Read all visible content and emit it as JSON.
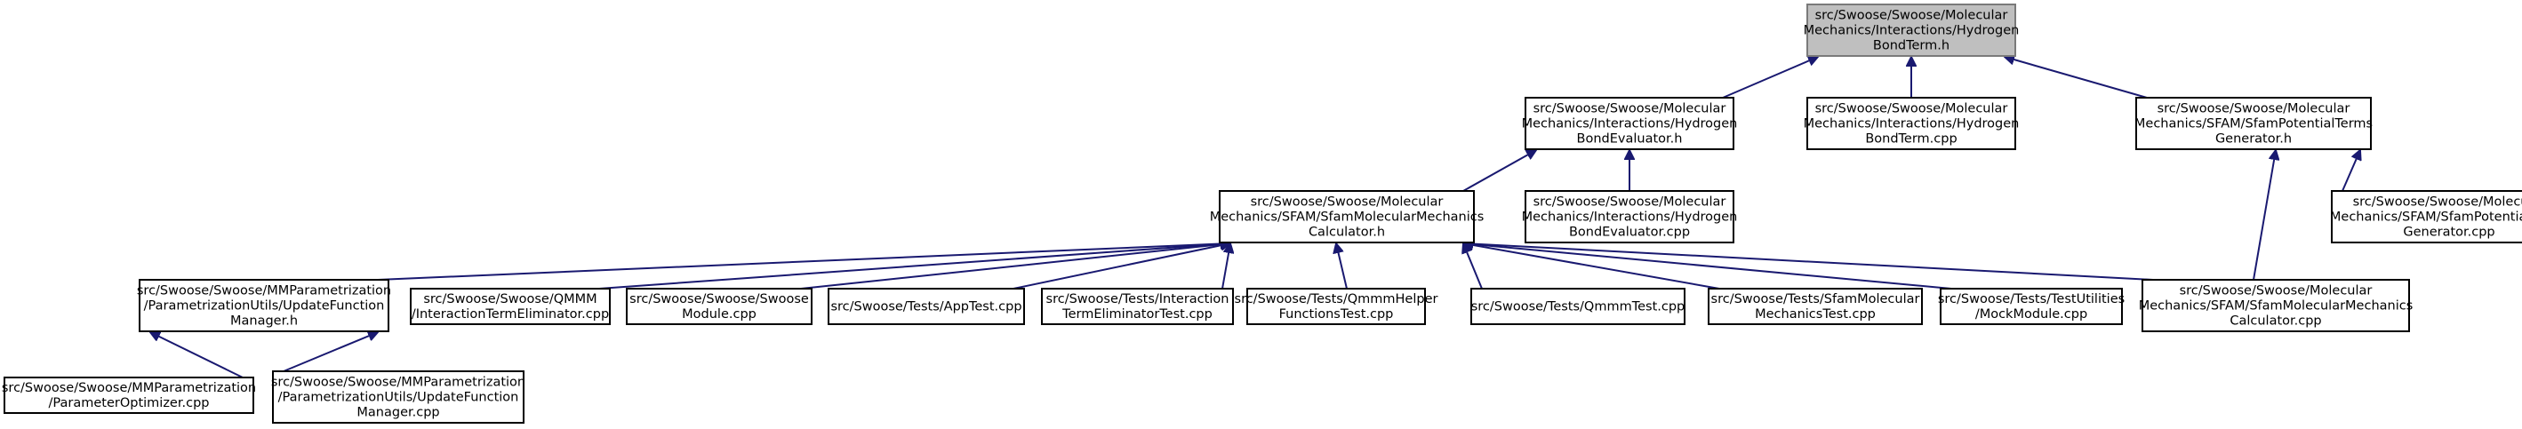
{
  "colors": {
    "edge": "#191970",
    "root_fill": "#bfbfbf",
    "node_fill": "#ffffff",
    "node_border": "#000000"
  },
  "nodes": [
    {
      "id": "n0",
      "root": true,
      "lines": [
        "src/Swoose/Swoose/Molecular",
        "Mechanics/Interactions/Hydrogen",
        "BondTerm.h"
      ]
    },
    {
      "id": "n1",
      "lines": [
        "src/Swoose/Swoose/Molecular",
        "Mechanics/Interactions/Hydrogen",
        "BondEvaluator.h"
      ]
    },
    {
      "id": "n2",
      "lines": [
        "src/Swoose/Swoose/Molecular",
        "Mechanics/Interactions/Hydrogen",
        "BondTerm.cpp"
      ]
    },
    {
      "id": "n3",
      "lines": [
        "src/Swoose/Swoose/Molecular",
        "Mechanics/SFAM/SfamPotentialTerms",
        "Generator.h"
      ]
    },
    {
      "id": "n4",
      "lines": [
        "src/Swoose/Swoose/Molecular",
        "Mechanics/SFAM/SfamMolecularMechanics",
        "Calculator.h"
      ]
    },
    {
      "id": "n5",
      "lines": [
        "src/Swoose/Swoose/Molecular",
        "Mechanics/Interactions/Hydrogen",
        "BondEvaluator.cpp"
      ]
    },
    {
      "id": "n6",
      "lines": [
        "src/Swoose/Swoose/Molecular",
        "Mechanics/SFAM/SfamPotentialTerms",
        "Generator.cpp"
      ]
    },
    {
      "id": "n7",
      "lines": [
        "src/Swoose/Swoose/MMParametrization",
        "/ParametrizationUtils/UpdateFunction",
        "Manager.h"
      ]
    },
    {
      "id": "n8",
      "lines": [
        "src/Swoose/Swoose/QMMM",
        "/InteractionTermEliminator.cpp"
      ]
    },
    {
      "id": "n9",
      "lines": [
        "src/Swoose/Swoose/Swoose",
        "Module.cpp"
      ]
    },
    {
      "id": "n10",
      "lines": [
        "src/Swoose/Tests/AppTest.cpp"
      ]
    },
    {
      "id": "n11",
      "lines": [
        "src/Swoose/Tests/Interaction",
        "TermEliminatorTest.cpp"
      ]
    },
    {
      "id": "n12",
      "lines": [
        "src/Swoose/Tests/QmmmHelper",
        "FunctionsTest.cpp"
      ]
    },
    {
      "id": "n13",
      "lines": [
        "src/Swoose/Tests/QmmmTest.cpp"
      ]
    },
    {
      "id": "n14",
      "lines": [
        "src/Swoose/Tests/SfamMolecular",
        "MechanicsTest.cpp"
      ]
    },
    {
      "id": "n15",
      "lines": [
        "src/Swoose/Tests/TestUtilities",
        "/MockModule.cpp"
      ]
    },
    {
      "id": "n16",
      "lines": [
        "src/Swoose/Swoose/Molecular",
        "Mechanics/SFAM/SfamMolecularMechanics",
        "Calculator.cpp"
      ]
    },
    {
      "id": "n17",
      "lines": [
        "src/Swoose/Swoose/MMParametrization",
        "/ParameterOptimizer.cpp"
      ]
    },
    {
      "id": "n18",
      "lines": [
        "src/Swoose/Swoose/MMParametrization",
        "/ParametrizationUtils/UpdateFunction",
        "Manager.cpp"
      ]
    }
  ],
  "edges": [
    {
      "from": "n1",
      "to": "n0"
    },
    {
      "from": "n2",
      "to": "n0"
    },
    {
      "from": "n3",
      "to": "n0"
    },
    {
      "from": "n4",
      "to": "n1"
    },
    {
      "from": "n5",
      "to": "n1"
    },
    {
      "from": "n6",
      "to": "n3"
    },
    {
      "from": "n16",
      "to": "n3"
    },
    {
      "from": "n7",
      "to": "n4"
    },
    {
      "from": "n8",
      "to": "n4"
    },
    {
      "from": "n9",
      "to": "n4"
    },
    {
      "from": "n10",
      "to": "n4"
    },
    {
      "from": "n11",
      "to": "n4"
    },
    {
      "from": "n12",
      "to": "n4"
    },
    {
      "from": "n13",
      "to": "n4"
    },
    {
      "from": "n14",
      "to": "n4"
    },
    {
      "from": "n15",
      "to": "n4"
    },
    {
      "from": "n16",
      "to": "n4"
    },
    {
      "from": "n17",
      "to": "n7"
    },
    {
      "from": "n18",
      "to": "n7"
    }
  ]
}
